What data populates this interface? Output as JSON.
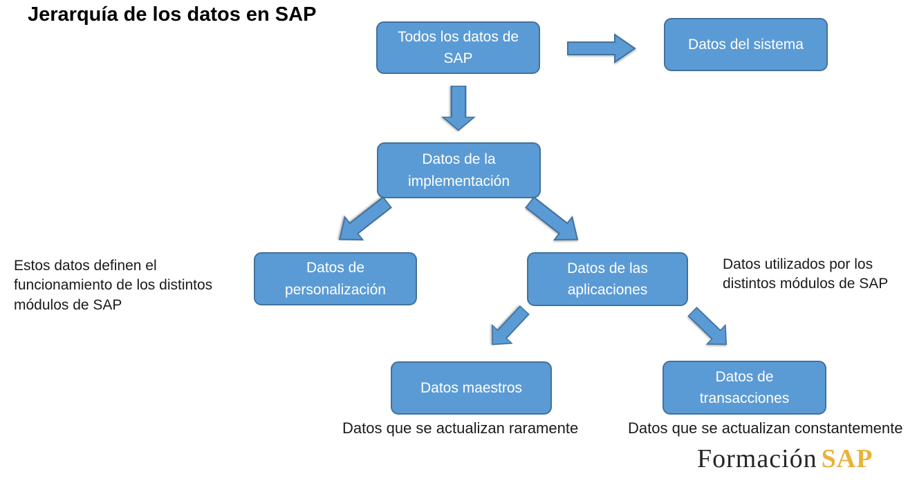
{
  "page": {
    "title": "Jerarquía de los datos en SAP"
  },
  "diagram": {
    "nodes": {
      "todos": {
        "label": "Todos los datos de\nSAP"
      },
      "sistema": {
        "label": "Datos del sistema"
      },
      "implementacion": {
        "label": "Datos de la\nimplementación"
      },
      "personalizacion": {
        "label": "Datos de\npersonalización"
      },
      "aplicaciones": {
        "label": "Datos de las\naplicaciones"
      },
      "maestros": {
        "label": "Datos maestros"
      },
      "transacciones": {
        "label": "Datos de\ntransacciones"
      }
    },
    "edges": [
      {
        "from": "todos",
        "to": "sistema",
        "direction": "right"
      },
      {
        "from": "todos",
        "to": "implementacion",
        "direction": "down"
      },
      {
        "from": "implementacion",
        "to": "personalizacion",
        "direction": "down-left"
      },
      {
        "from": "implementacion",
        "to": "aplicaciones",
        "direction": "down-right"
      },
      {
        "from": "aplicaciones",
        "to": "maestros",
        "direction": "down-left"
      },
      {
        "from": "aplicaciones",
        "to": "transacciones",
        "direction": "down-right"
      }
    ],
    "annotations": {
      "personalizacion_note": "Estos datos definen el\nfuncionamiento de los distintos\nmódulos de SAP",
      "aplicaciones_note": "Datos utilizados por los\ndistintos módulos de SAP",
      "maestros_note": "Datos que se actualizan raramente",
      "transacciones_note": "Datos que se actualizan constantemente"
    },
    "colors": {
      "node_fill": "#5B9BD5",
      "node_border": "#41719C",
      "node_text": "#FFFFFF",
      "title_text": "#000000",
      "annotation_text": "#1A1A1A"
    }
  },
  "logo": {
    "text_primary": "Formación",
    "text_accent": "SAP",
    "primary_color": "#262626",
    "accent_color": "#E8B33A"
  }
}
